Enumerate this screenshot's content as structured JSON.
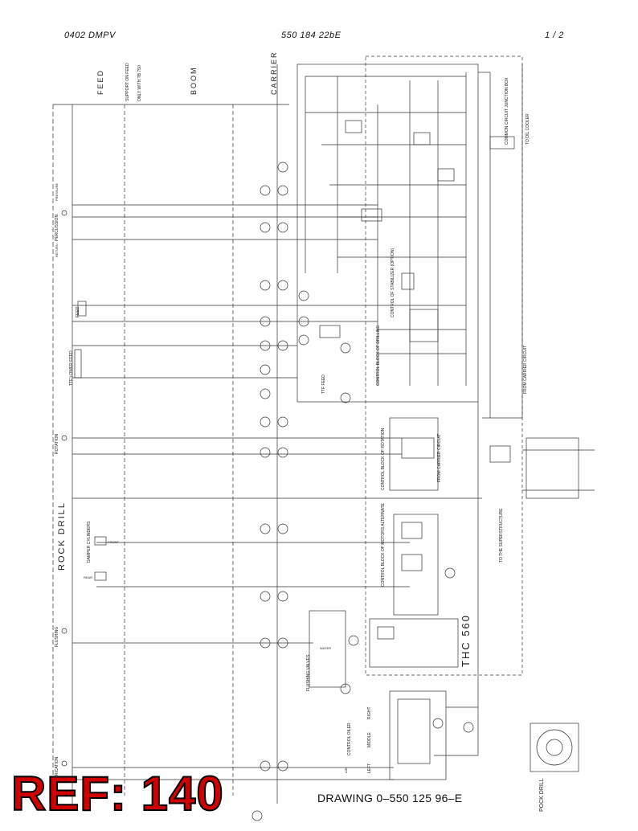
{
  "header": {
    "left": "0402  DMPV",
    "center": "550 184 22bE",
    "right": "1 /  2"
  },
  "sections": {
    "feed": "FEED",
    "support_note": "SUPPORT ON FEED",
    "support_note2": "ONLY WITH TB 750",
    "boom": "BOOM",
    "carrier": "CARRIER",
    "rock_drill": "ROCK DRILL",
    "thc": "THC 560"
  },
  "labels": {
    "rotation": "ROTATION",
    "flushing": "FLUSHING",
    "lubrication": "LUBRICATION",
    "pressure": "PRESSURE",
    "return": "RETURN",
    "percussion": "PERCUSSION",
    "feed_small": "FEED",
    "ttf_lower_feed": "TTF LOWER FEED",
    "ttf_feed": "TTF FEED",
    "control_block_drilling": "CONTROL BLOCK OF DRILLING",
    "control_block_rotation": "CONTROL BLOCK OF ROTATION",
    "control_block_motors": "CONTROL BLOCK OF MOTORS ALTERNATE",
    "control_of_stabilizer": "CONTROL OF STABILIZER (OPTION)",
    "from_carrier_circuit": "FROM CARRIER CIRCUIT",
    "to_oil_cooler": "TO OIL COOLER",
    "common_circuit": "COMMON CIRCUIT JUNCTION BOX",
    "flushing_valves": "FLUSHING VALVES",
    "water": "WATER",
    "air": "AIR",
    "control_oiler": "CONTROL OILER",
    "right": "RIGHT",
    "middle": "MIDDLE",
    "left": "LEFT",
    "damper_cylinders": "DAMPER CYLINDERS",
    "front": "FRONT",
    "rear": "REAR",
    "to_superstructure": "TO THE SUPERSTRUCTURE",
    "pock_drill": "POCK DRILL"
  },
  "footer": {
    "drawing": "DRAWING 0–550 125 96–E",
    "ref": "REF: 140"
  },
  "colors": {
    "ref": "#d00000",
    "line": "#333333"
  }
}
